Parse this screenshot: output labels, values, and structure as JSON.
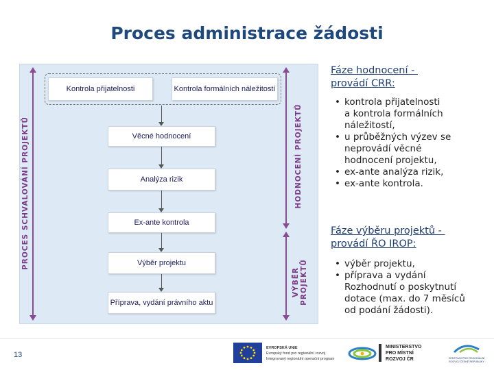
{
  "title": "Proces administrace žádosti",
  "diagram": {
    "left_axis_label": "PROCES SCHVALOVÁNÍ PROJEKTŮ",
    "mid_axis_label_top": "HODNOCENÍ PROJEKTŮ",
    "mid_axis_label_bottom_1": "VÝBĚR",
    "mid_axis_label_bottom_2": "PROJEKTŮ",
    "boxes": {
      "kontrola_prijatelnosti": "Kontrola přijatelnosti",
      "kontrola_formalnich": "Kontrola formálních náležitostí",
      "vecne_hodnoceni": "Věcné hodnocení",
      "analyza_rizik": "Analýza rizik",
      "ex_ante_kontrola": "Ex-ante kontrola",
      "vyber_projektu": "Výběr projektu",
      "priprava": "Příprava, vydání právního aktu"
    }
  },
  "right": {
    "section1": {
      "heading_line1": "Fáze hodnocení - ",
      "heading_line2": "provádí CRR:",
      "bullets": [
        [
          "kontrola přijatelnosti",
          "a kontrola formálních",
          "náležitostí,"
        ],
        [
          "u průběžných výzev se",
          "neprovádí věcné",
          "hodnocení projektu,"
        ],
        [
          "ex-ante analýza rizik,"
        ],
        [
          "ex-ante kontrola."
        ]
      ]
    },
    "section2": {
      "heading_line1": "Fáze výběru projektů - ",
      "heading_line2": "provádí ŘO IROP:",
      "bullets": [
        [
          "výběr projektu,"
        ],
        [
          "příprava a vydání",
          "Rozhodnutí o poskytnutí",
          "dotace (max. do 7 měsíců",
          "od podání žádosti)."
        ]
      ]
    }
  },
  "footer": {
    "page_number": "13",
    "eu_line1": "EVROPSKÁ UNIE",
    "eu_line2": "Evropský fond pro regionální rozvoj",
    "eu_line3": "Integrovaný regionální operační program",
    "ministry_line1": "MINISTERSTVO",
    "ministry_line2": "PRO MÍSTNÍ",
    "ministry_line3": "ROZVOJ ČR",
    "crr_text": "CENTRUM PRO REGIONÁLNÍ ROZVOJ ČESKÉ REPUBLIKY"
  },
  "colors": {
    "title": "#1f497d",
    "accent_purple": "#8a4b95",
    "diagram_bg": "#dde9f4"
  }
}
